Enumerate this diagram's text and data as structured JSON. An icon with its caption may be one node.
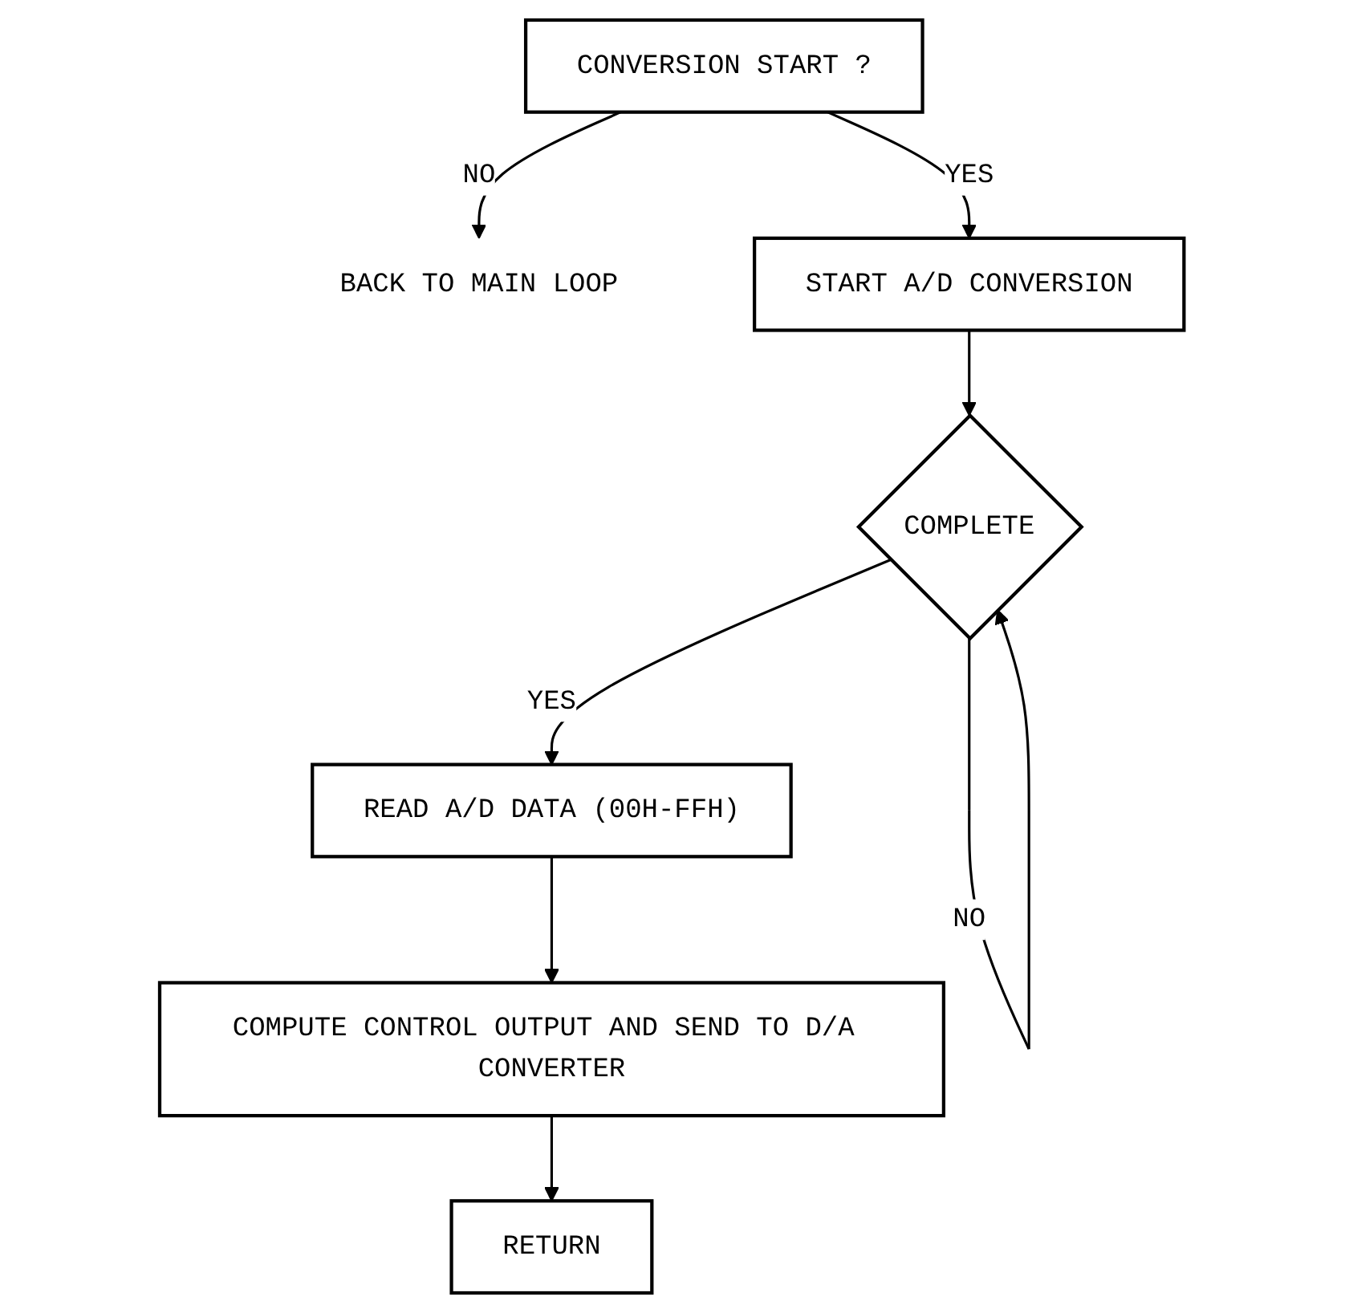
{
  "diagram": {
    "nodes": [
      {
        "text": [
          "CONVERSION START ?"
        ]
      },
      {
        "text": [
          "BACK TO MAIN LOOP"
        ]
      },
      {
        "text": [
          "START A/D CONVERSION"
        ]
      },
      {
        "text": [
          "COMPLETE"
        ]
      },
      {
        "text": [
          "READ A/D DATA (00H-FFH)"
        ]
      },
      {
        "text": [
          "COMPUTE CONTROL OUTPUT AND SEND TO D/A CONVERTER"
        ]
      },
      {
        "text": [
          "RETURN"
        ]
      }
    ],
    "edges": [
      {
        "from": 0,
        "to": 1,
        "arrow": "to",
        "label": "NO"
      },
      {
        "from": 0,
        "to": 2,
        "arrow": "to",
        "label": "YES"
      },
      {
        "from": 2,
        "to": 3,
        "arrow": "to"
      },
      {
        "from": 3,
        "to": 3,
        "arrow": "to",
        "label": "NO"
      },
      {
        "from": 3,
        "to": 4,
        "arrow": "to",
        "label": "YES"
      },
      {
        "from": 4,
        "to": 5,
        "arrow": "to"
      },
      {
        "from": 5,
        "to": 6,
        "arrow": "to"
      }
    ]
  }
}
